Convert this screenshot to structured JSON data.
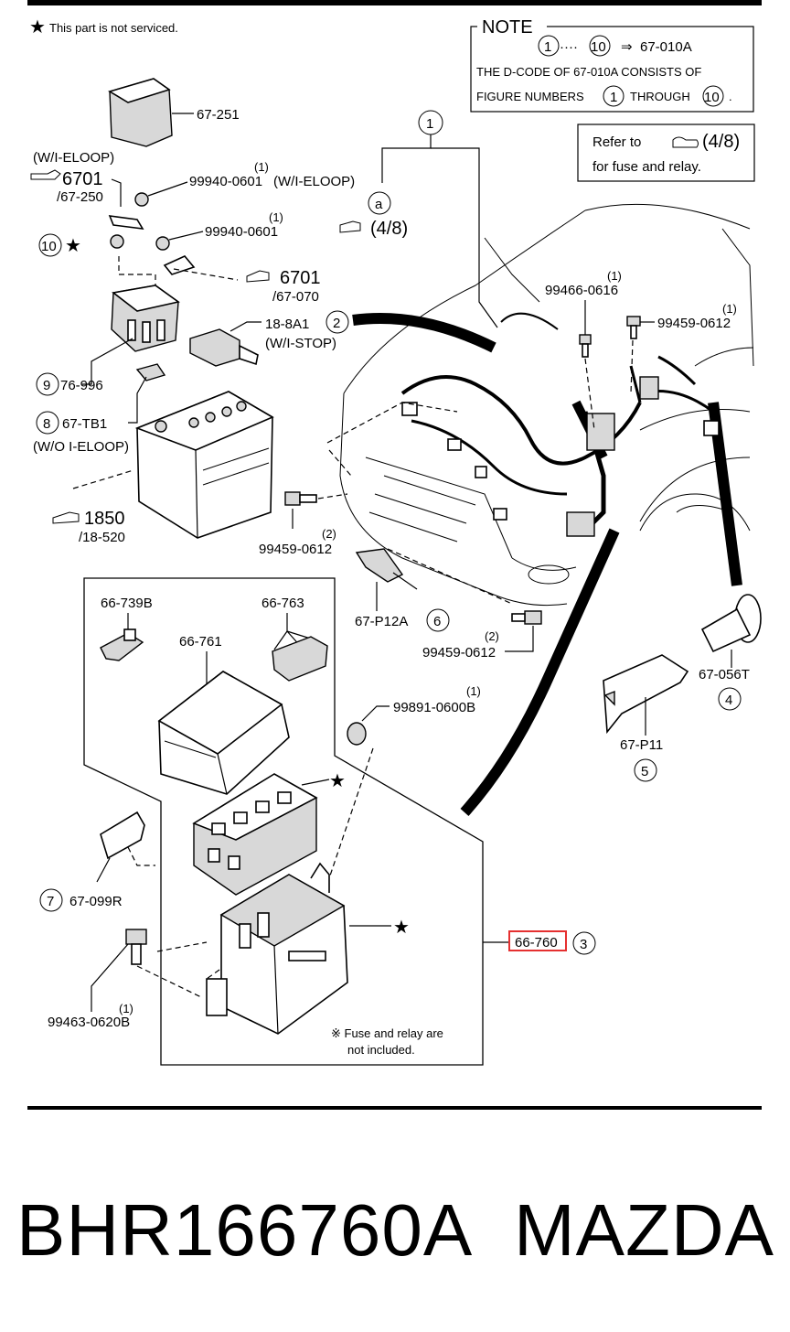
{
  "header_note": "This part is not serviced.",
  "note_box": {
    "title": "NOTE",
    "range_start": "1",
    "range_end": "10",
    "ellipsis": "····",
    "arrow": "⇒",
    "code": "67-010A",
    "line1": "THE D-CODE OF 67-010A CONSISTS OF",
    "line2_a": "FIGURE NUMBERS",
    "line2_b": "THROUGH",
    "line2_c": "."
  },
  "refer_box": {
    "line1_a": "Refer to",
    "line1_b": "(4/8)",
    "line2": "for fuse and relay."
  },
  "labels": {
    "p67_251": "67-251",
    "wi_eloop_top": "(W/I-ELOOP)",
    "ref_6701_a": "6701",
    "ref_67_250": "/67-250",
    "p99940_0601_a": "99940-0601",
    "p99940_0601_a_qty": "(1)",
    "p99940_0601_a_note": "(W/I-ELOOP)",
    "p99940_0601_b": "99940-0601",
    "p99940_0601_b_qty": "(1)",
    "callout_10": "10",
    "ref_6701_b": "6701",
    "ref_67_070": "/67-070",
    "p18_8a1": "18-8A1",
    "callout_2": "2",
    "wi_stop": "(W/I-STOP)",
    "callout_9": "9",
    "p76_996": "76-996",
    "callout_8": "8",
    "p67_tb1": "67-TB1",
    "wo_i_eloop": "(W/O I-ELOOP)",
    "ref_1850": "1850",
    "ref_18_520": "/18-520",
    "callout_1": "1",
    "callout_a": "a",
    "ref_4_8": "(4/8)",
    "p99466_0616": "99466-0616",
    "p99466_0616_qty": "(1)",
    "p99459_0612_a": "99459-0612",
    "p99459_0612_a_qty": "(1)",
    "p99459_0612_b": "99459-0612",
    "p99459_0612_b_qty": "(2)",
    "p67_p12a": "67-P12A",
    "callout_6": "6",
    "p99459_0612_c": "99459-0612",
    "p99459_0612_c_qty": "(2)",
    "p67_056t": "67-056T",
    "callout_4": "4",
    "p67_p11": "67-P11",
    "callout_5": "5",
    "p66_739b": "66-739B",
    "p66_763": "66-763",
    "p66_761": "66-761",
    "p99891_0600b": "99891-0600B",
    "p99891_0600b_qty": "(1)",
    "callout_7": "7",
    "p67_099r": "67-099R",
    "p66_760": "66-760",
    "callout_3": "3",
    "p99463_0620b": "99463-0620B",
    "p99463_0620b_qty": "(1)",
    "fuse_note_1": "※ Fuse and relay are",
    "fuse_note_2": "not included."
  },
  "footer": {
    "part_number": "BHR166760A",
    "brand": "MAZDA"
  },
  "colors": {
    "highlight": "#e53030",
    "ink": "#000000",
    "background": "#ffffff"
  }
}
